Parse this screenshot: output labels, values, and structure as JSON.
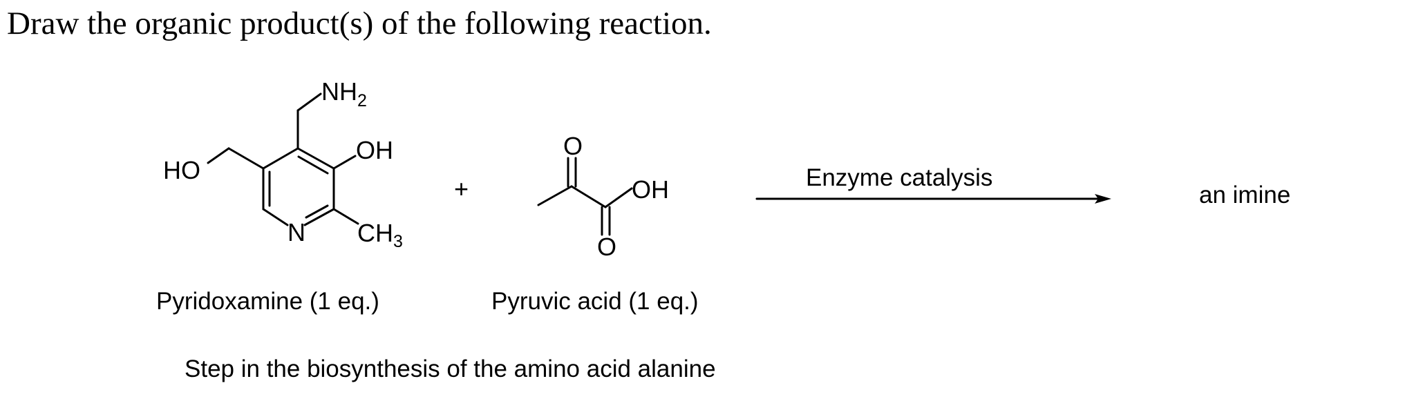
{
  "question": "Draw the organic product(s) of the following reaction.",
  "pyridoxamine": {
    "amine": "NH",
    "amine_sub": "2",
    "hydroxymethyl": "HO",
    "hydroxyl": "OH",
    "nitrogen": "N",
    "methyl": "CH",
    "methyl_sub": "3",
    "name": "Pyridoxamine (1 eq.)"
  },
  "plus": "+",
  "pyruvic_acid": {
    "ketone_oxygen": "O",
    "hydroxyl": "OH",
    "carbonyl_oxygen": "O",
    "name": "Pyruvic acid (1 eq.)"
  },
  "arrow": {
    "condition": "Enzyme catalysis"
  },
  "product": "an imine",
  "caption": "Step in the biosynthesis of the amino acid alanine"
}
